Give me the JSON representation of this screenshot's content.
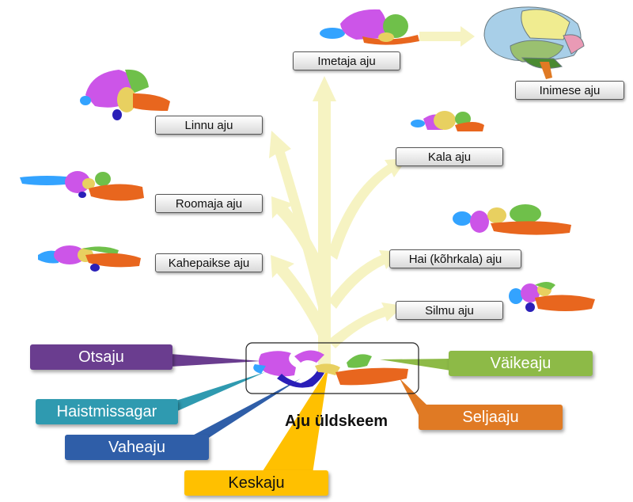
{
  "labels": {
    "mammal": "Imetaja aju",
    "human": "Inimese aju",
    "bird": "Linnu aju",
    "fish": "Kala aju",
    "reptile": "Roomaja aju",
    "amphibian": "Kahepaikse aju",
    "shark": "Hai (kõhrkala) aju",
    "lamprey": "Silmu aju"
  },
  "parts": {
    "forebrain": "Otsaju",
    "olfactory": "Haistmissagar",
    "diencephalon": "Vaheaju",
    "midbrain": "Keskaju",
    "cerebellum": "Väikeaju",
    "spinal": "Seljaaju"
  },
  "title": "Aju üldskeem",
  "colors": {
    "forebrain": "#6a3d8f",
    "olfactory": "#2f9ab0",
    "diencephalon": "#2f5ea8",
    "midbrain": "#ffc000",
    "cerebellum": "#8dba47",
    "spinal": "#e07a24",
    "tree": "#f6f3c2"
  }
}
